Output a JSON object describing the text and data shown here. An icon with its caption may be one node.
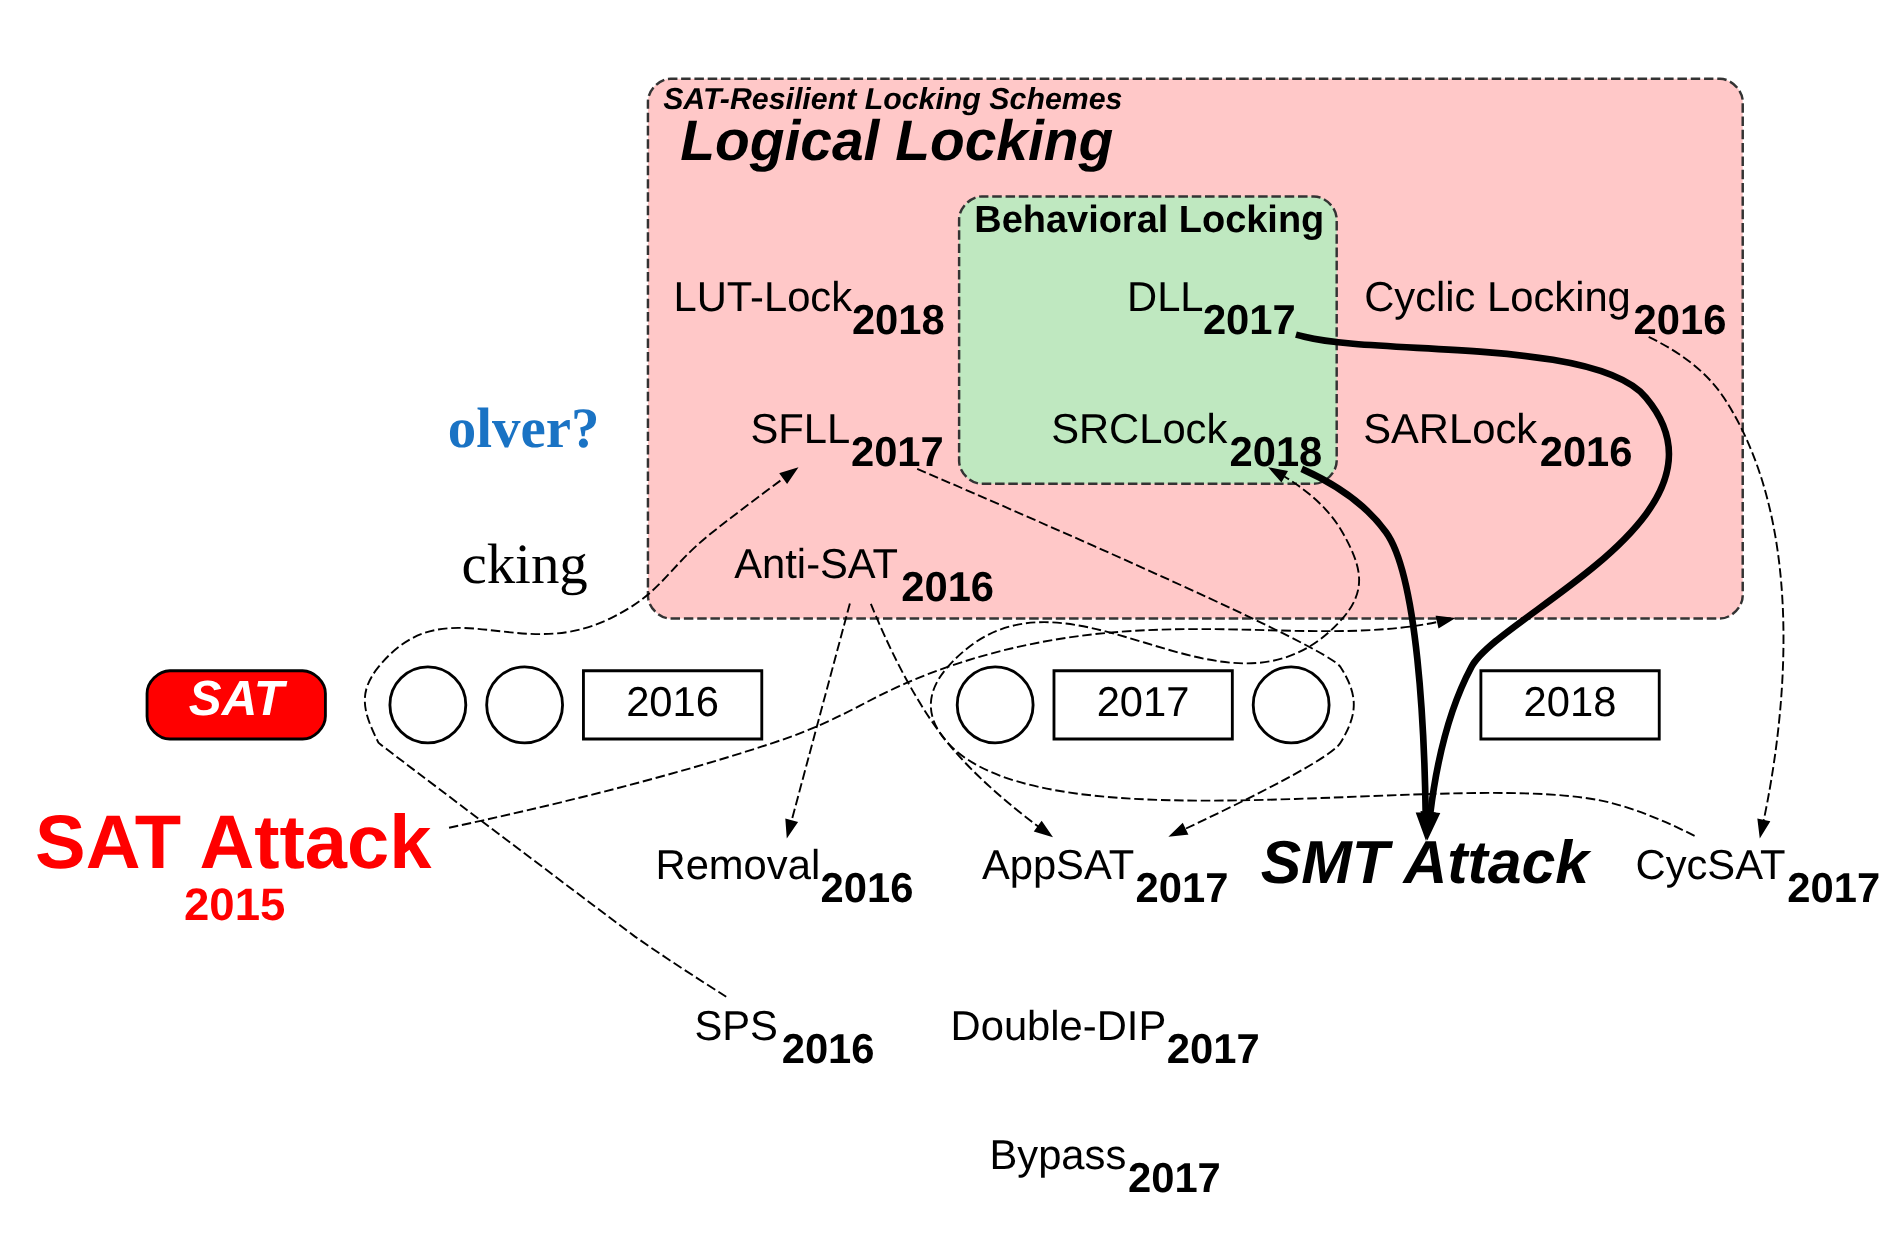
{
  "diagram": {
    "nodes": [
      {
        "text": [
          "SAT-Resilient Locking Schemes",
          "Logical Locking"
        ]
      },
      {
        "text": [
          "Cyclic Locking$_{2016}$"
        ],
        "in": 0
      },
      {
        "text": [
          "SARLock$_{2016}$"
        ],
        "in": 0
      },
      {
        "text": [
          "Anti-SAT$_{2016}$"
        ],
        "in": 0
      },
      {
        "text": [
          "LUT-Lock$_{2018}$"
        ],
        "in": 0
      },
      {
        "text": [
          "SFLL$_{2017}$"
        ],
        "in": 0
      },
      {
        "text": [
          "Behavioral Locking"
        ],
        "in": 0
      },
      {
        "text": [
          "DLL$_{2017}$"
        ],
        "in": 6
      },
      {
        "text": [
          "SRCLock$_{2018}$"
        ],
        "in": 6
      },
      {
        "text": [],
        "shape": "circle"
      },
      {
        "text": [
          "SAT"
        ]
      },
      {
        "text": [],
        "shape": "circle"
      },
      {
        "text": [
          "2016"
        ]
      },
      {
        "text": [],
        "shape": "circle"
      },
      {
        "text": [
          "2017"
        ]
      },
      {
        "text": [],
        "shape": "circle"
      },
      {
        "text": [
          "2018"
        ]
      },
      {
        "text": [
          "Removal$_{2016}$"
        ]
      },
      {
        "text": [
          "SPS$_{2016}$"
        ]
      },
      {
        "text": [
          "CycSAT$_{2017}$"
        ]
      },
      {
        "text": [
          "SAT Attack",
          "2015"
        ]
      },
      {
        "text": [
          "AppSAT$_{2017}$"
        ]
      },
      {
        "text": [
          "Double-DIP$_{2017}$"
        ]
      },
      {
        "text": [
          "Bypass$_{2017}$"
        ]
      },
      {
        "text": [
          "SMT Attack"
        ]
      }
    ],
    "edges": [
      {
        "from": 20,
        "to": 0,
        "arrow": "to",
        "style": "dashed"
      },
      {
        "from": 3,
        "to": 17,
        "arrow": "to",
        "style": "dashed"
      },
      {
        "from": 3,
        "to": 21,
        "arrow": "to",
        "style": "dashed"
      },
      {
        "from": 1,
        "to": 19,
        "arrow": "to",
        "style": "dashed"
      },
      {
        "from": 5,
        "to": 21,
        "arrow": "to",
        "style": "dashed"
      },
      {
        "from": 18,
        "to": 5,
        "arrow": "to",
        "style": "dashed"
      },
      {
        "from": 19,
        "to": 8,
        "arrow": "to",
        "style": "dashed"
      },
      {
        "from": 7,
        "to": 24,
        "arrow": "to",
        "style": "thick"
      },
      {
        "from": 8,
        "to": 24,
        "arrow": "to",
        "style": "thick"
      }
    ],
    "labels": [
      "olver?",
      "cking"
    ]
  }
}
